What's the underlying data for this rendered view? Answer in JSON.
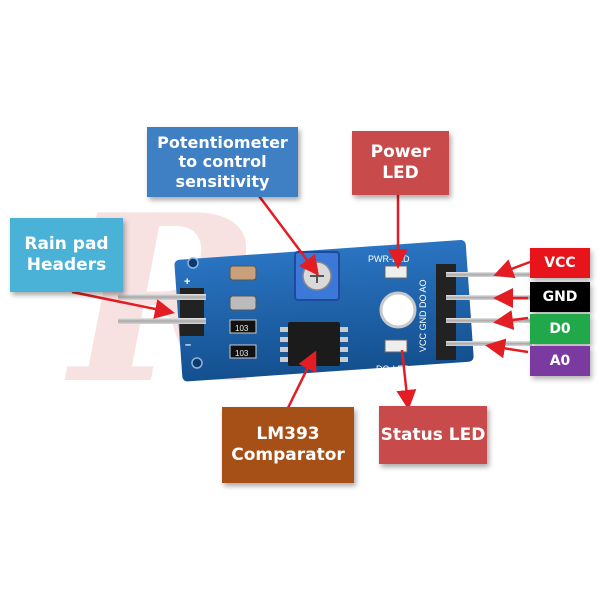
{
  "watermark": "R",
  "board": {
    "pin_header": "+\n\n–",
    "power_led_label": "PWR-LED",
    "status_led_label": "DO-LED",
    "pin_labels": "VCC GND DO AO",
    "resistor_labels": [
      "103",
      "103"
    ]
  },
  "callouts": {
    "potentiometer": "Potentiometer\nto control\nsensitivity",
    "power_led": "Power LED",
    "rain_pad": "Rain pad\nHeaders",
    "comparator": "LM393\nComparator",
    "status_led": "Status LED"
  },
  "pins": [
    {
      "label": "VCC",
      "bg": "#e8141c",
      "fg": "#ffffff"
    },
    {
      "label": "GND",
      "bg": "#000000",
      "fg": "#ffffff"
    },
    {
      "label": "D0",
      "bg": "#21a84a",
      "fg": "#ffffff"
    },
    {
      "label": "A0",
      "bg": "#7a3aa0",
      "fg": "#ffffff"
    }
  ],
  "colors": {
    "pcb": "#1a5fa8",
    "arrow": "#e21d24",
    "potentiometer_box": "#3f7fc4",
    "red_box": "#c94a4a",
    "teal_box": "#4ab2d6",
    "brown_box": "#a64f17"
  }
}
